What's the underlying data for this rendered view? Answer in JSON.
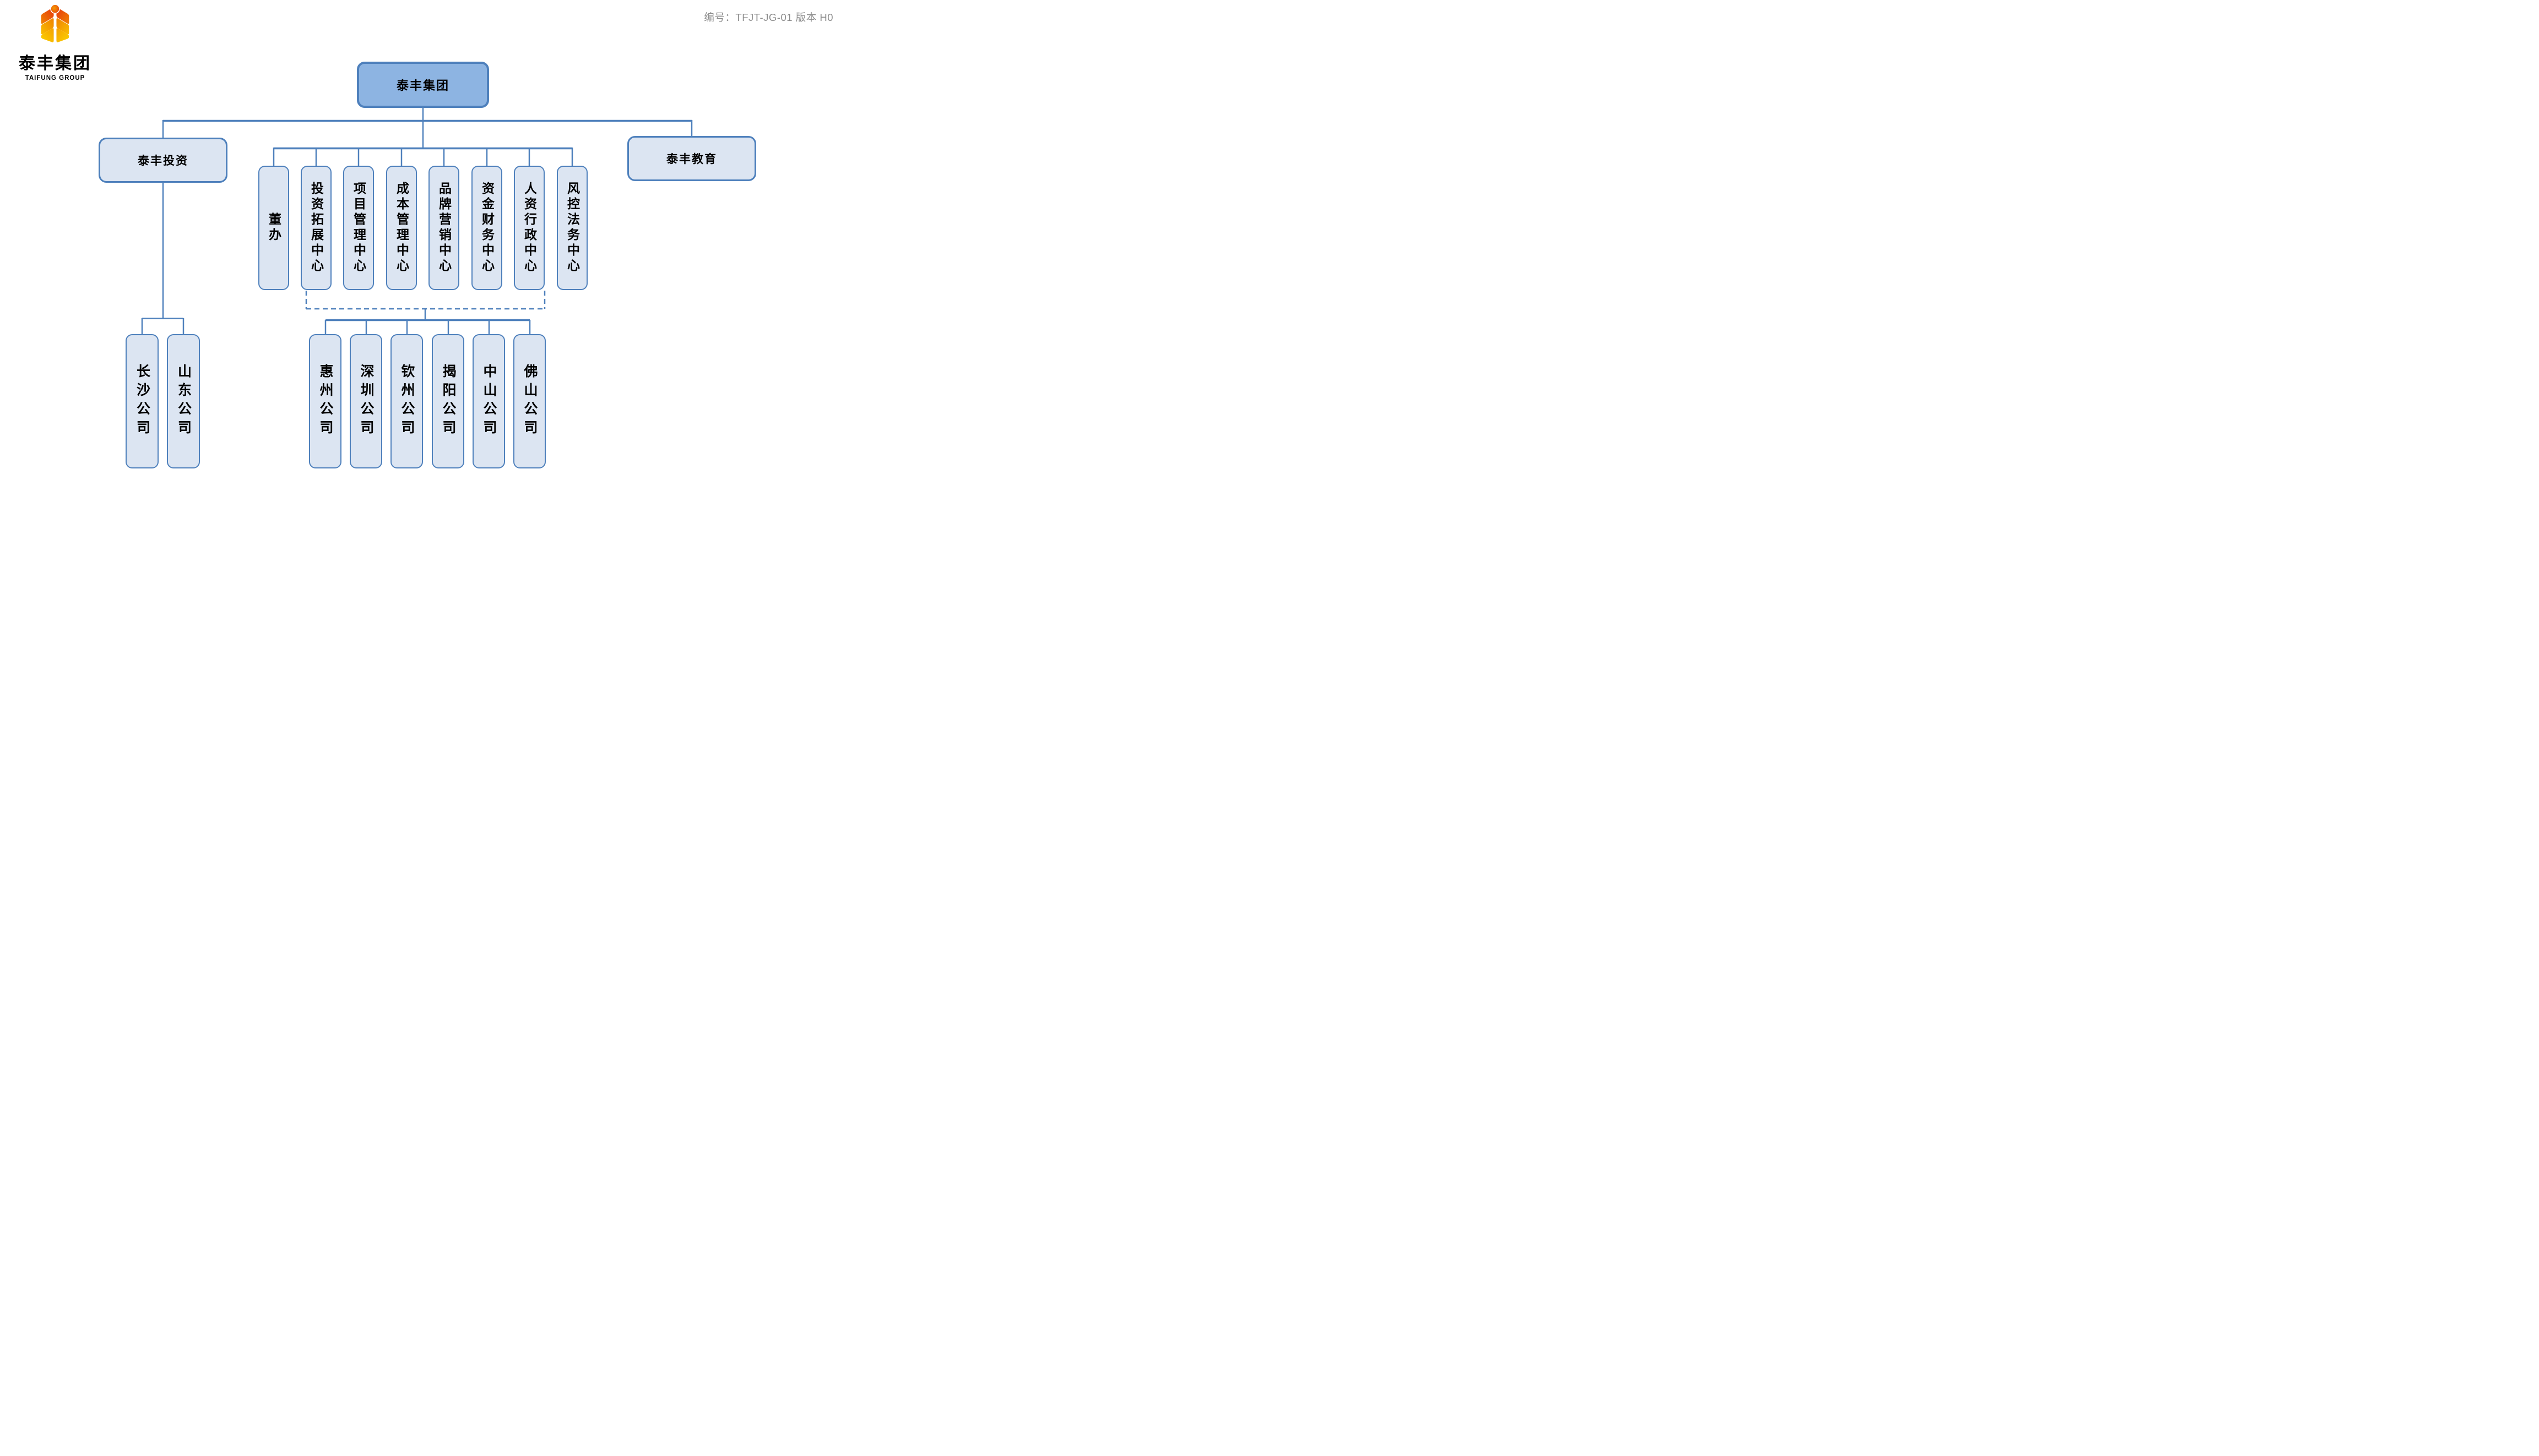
{
  "header": {
    "doc_code": "编号：TFJT-JG-01  版本 H0"
  },
  "logo": {
    "name_cn": "泰丰集团",
    "name_en": "TAIFUNG GROUP"
  },
  "org": {
    "root": "泰丰集团",
    "left_subsidiary": "泰丰投资",
    "right_subsidiary": "泰丰教育",
    "left_companies": [
      "长沙公司",
      "山东公司"
    ],
    "centers": [
      "董办",
      "投资拓展中心",
      "项目管理中心",
      "成本管理中心",
      "品牌营销中心",
      "资金财务中心",
      "人资行政中心",
      "风控法务中心"
    ],
    "companies": [
      "惠州公司",
      "深圳公司",
      "钦州公司",
      "揭阳公司",
      "中山公司",
      "佛山公司"
    ]
  },
  "colors": {
    "line": "#4E80BC",
    "root_fill": "#8DB4E2",
    "box_fill": "#DCE5F2",
    "box_border": "#4E80BC",
    "code_text": "#8C8C8C",
    "logo_red": "#E6380F",
    "logo_orange": "#F08300",
    "logo_yellow": "#F9BE00"
  }
}
